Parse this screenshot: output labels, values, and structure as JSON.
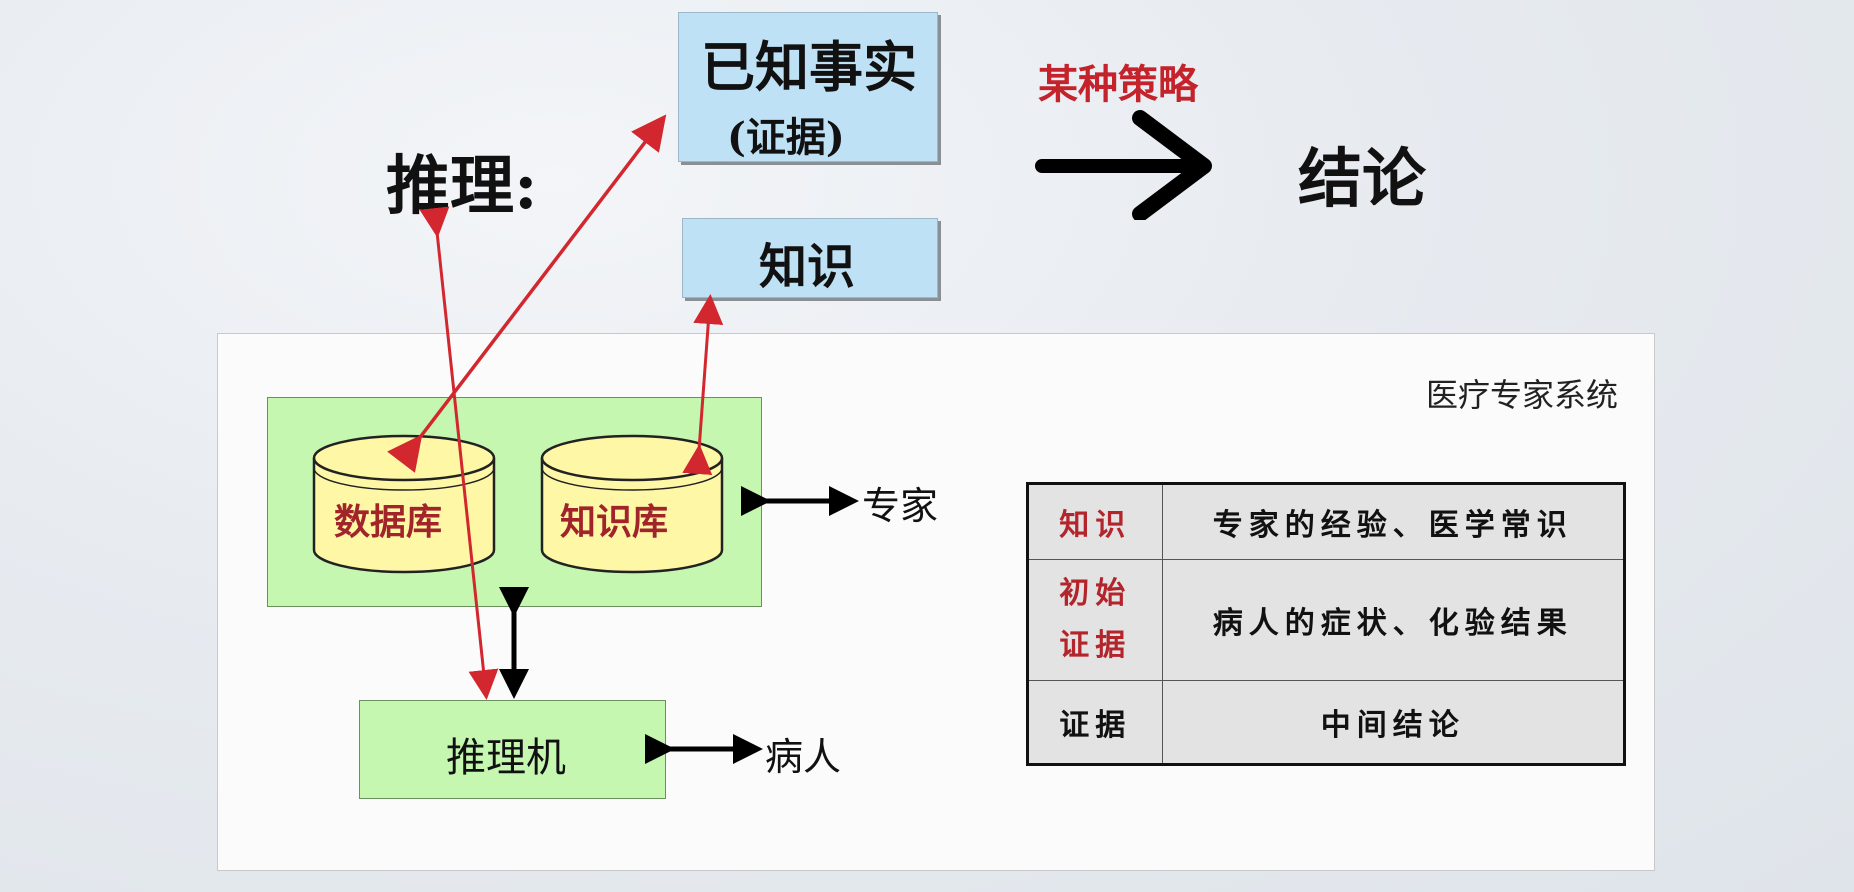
{
  "top": {
    "reasoning_label": "推理:",
    "facts_line1": "已知事实",
    "facts_line2": "(证据)",
    "knowledge_label": "知识",
    "strategy_label": "某种策略",
    "conclusion_label": "结论"
  },
  "panel": {
    "title": "医疗专家系统",
    "database_label": "数据库",
    "knowledge_base_label": "知识库",
    "expert_label": "专家",
    "engine_label": "推理机",
    "patient_label": "病人"
  },
  "table": {
    "rows": [
      {
        "term": "知识",
        "desc": "专家的经验、医学常识"
      },
      {
        "term_line1": "初始",
        "term_line2": "证据",
        "desc": "病人的症状、化验结果"
      },
      {
        "term": "证据",
        "desc": "中间结论"
      }
    ]
  },
  "colors": {
    "red_arrow": "#d2272e",
    "blue_box": "#bfe1f6",
    "green_box": "#c5f7b1",
    "cylinder": "#fdf7a6",
    "red_text": "#b3242b"
  }
}
